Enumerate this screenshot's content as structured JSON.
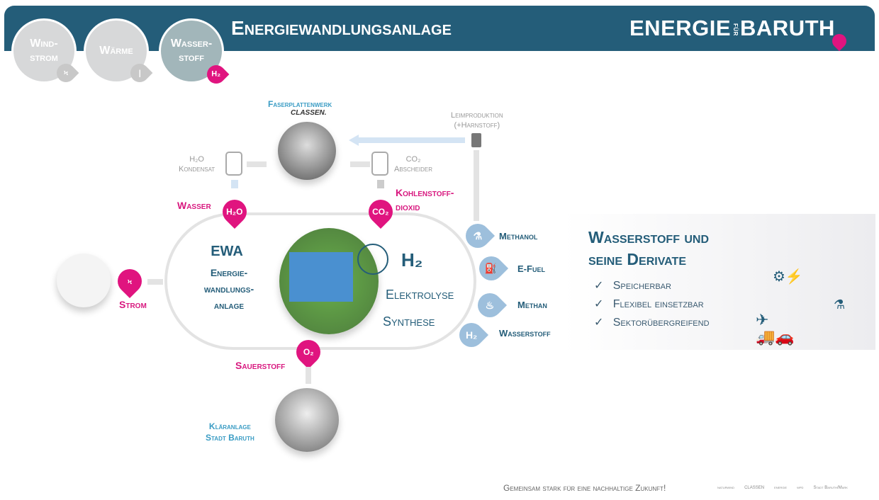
{
  "header": {
    "title": "Energiewandlungsanlage",
    "brand_left": "ENERGIE",
    "brand_mid": "FÜR",
    "brand_right": "BARUTH"
  },
  "categories": [
    {
      "label_1": "Wind-",
      "label_2": "strom",
      "icon": "lightning-icon"
    },
    {
      "label_1": "Wärme",
      "label_2": "",
      "icon": "thermometer-icon"
    },
    {
      "label_1": "Wasser-",
      "label_2": "stoff",
      "icon": "H₂"
    }
  ],
  "colors": {
    "header": "#245d79",
    "accent": "#e0147f",
    "derivative": "#9dbfdc"
  },
  "factory": {
    "title": "Faserplattenwerk",
    "company": "CLASSEN."
  },
  "leim": {
    "line1": "Leimproduktion",
    "line2": "(+Harnstoff)"
  },
  "h2o_kondensat": {
    "line1": "H₂O",
    "line2": "Kondensat"
  },
  "co2_abscheider": {
    "line1": "CO₂",
    "line2": "Abscheider"
  },
  "inputs": {
    "wasser": "Wasser",
    "wasser_pin": "H₂O",
    "co2_label1": "Kohlenstoff-",
    "co2_label2": "dioxid",
    "co2_pin": "CO₂",
    "strom": "Strom",
    "sauerstoff": "Sauerstoff",
    "o2_pin": "O₂"
  },
  "ewa": {
    "abbr": "EWA",
    "line1": "Energie-",
    "line2": "wandlungs-",
    "line3": "anlage"
  },
  "process": {
    "h2": "H₂",
    "elektrolyse": "Elektrolyse",
    "synthese": "Synthese"
  },
  "outputs": [
    {
      "label": "Methanol",
      "icon": "flask-icon"
    },
    {
      "label": "E-Fuel",
      "icon": "fuel-pump-icon"
    },
    {
      "label": "Methan",
      "icon": "flame-icon"
    },
    {
      "label": "Wasserstoff",
      "icon": "H₂"
    }
  ],
  "klaeranlage": {
    "line1": "Kläranlage",
    "line2": "Stadt Baruth"
  },
  "panel": {
    "title1": "Wasserstoff und",
    "title2": "seine Derivate",
    "items": [
      "Speicherbar",
      "Flexibel einsetzbar",
      "Sektorübergreifend"
    ]
  },
  "footer": {
    "slogan": "Gemeinsam stark für eine nachhaltige Zukunft!",
    "logos": [
      "naturwind",
      "CLASSEN",
      "energie",
      "wpd",
      "Stadt Baruth/Mark"
    ]
  }
}
